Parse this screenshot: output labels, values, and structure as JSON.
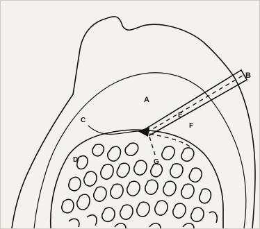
{
  "figure": {
    "labels": {
      "A": "A",
      "B": "B",
      "C": "C",
      "D": "D",
      "E": "E",
      "F": "F",
      "G": "G"
    }
  }
}
